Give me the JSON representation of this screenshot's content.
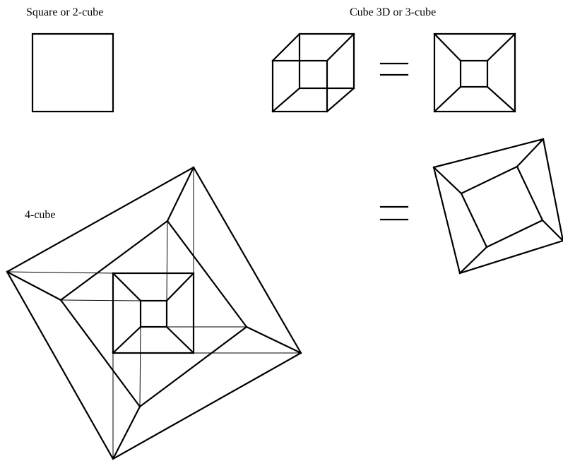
{
  "labels": {
    "square": "Square or 2-cube",
    "cube3": "Cube 3D or 3-cube",
    "cube4": "4-cube"
  },
  "colors": {
    "stroke": "#000000",
    "background": "#ffffff"
  },
  "equals_signs": 2
}
